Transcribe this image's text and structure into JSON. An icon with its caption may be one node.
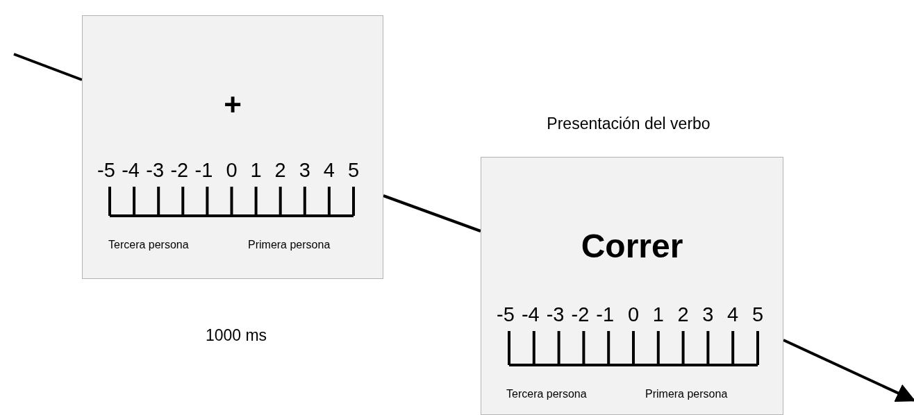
{
  "diagram": {
    "nodes": [
      {
        "text": [
          "+",
          "-5",
          "-4",
          "-3",
          "-2",
          "-1",
          "0",
          "1",
          "2",
          "3",
          "4",
          "5",
          "Tercera persona",
          "Primera persona"
        ],
        "beside": [
          "1000 ms"
        ]
      },
      {
        "text": [
          "Correr",
          "-5",
          "-4",
          "-3",
          "-2",
          "-1",
          "0",
          "1",
          "2",
          "3",
          "4",
          "5",
          "Tercera persona",
          "Primera persona"
        ],
        "beside": [
          "Presentación del verbo"
        ]
      }
    ],
    "edges": [
      {
        "from": null,
        "to": 0,
        "arrow": "none"
      },
      {
        "from": 0,
        "to": 1,
        "arrow": "none"
      },
      {
        "from": 1,
        "to": null,
        "arrow": "to"
      }
    ]
  }
}
